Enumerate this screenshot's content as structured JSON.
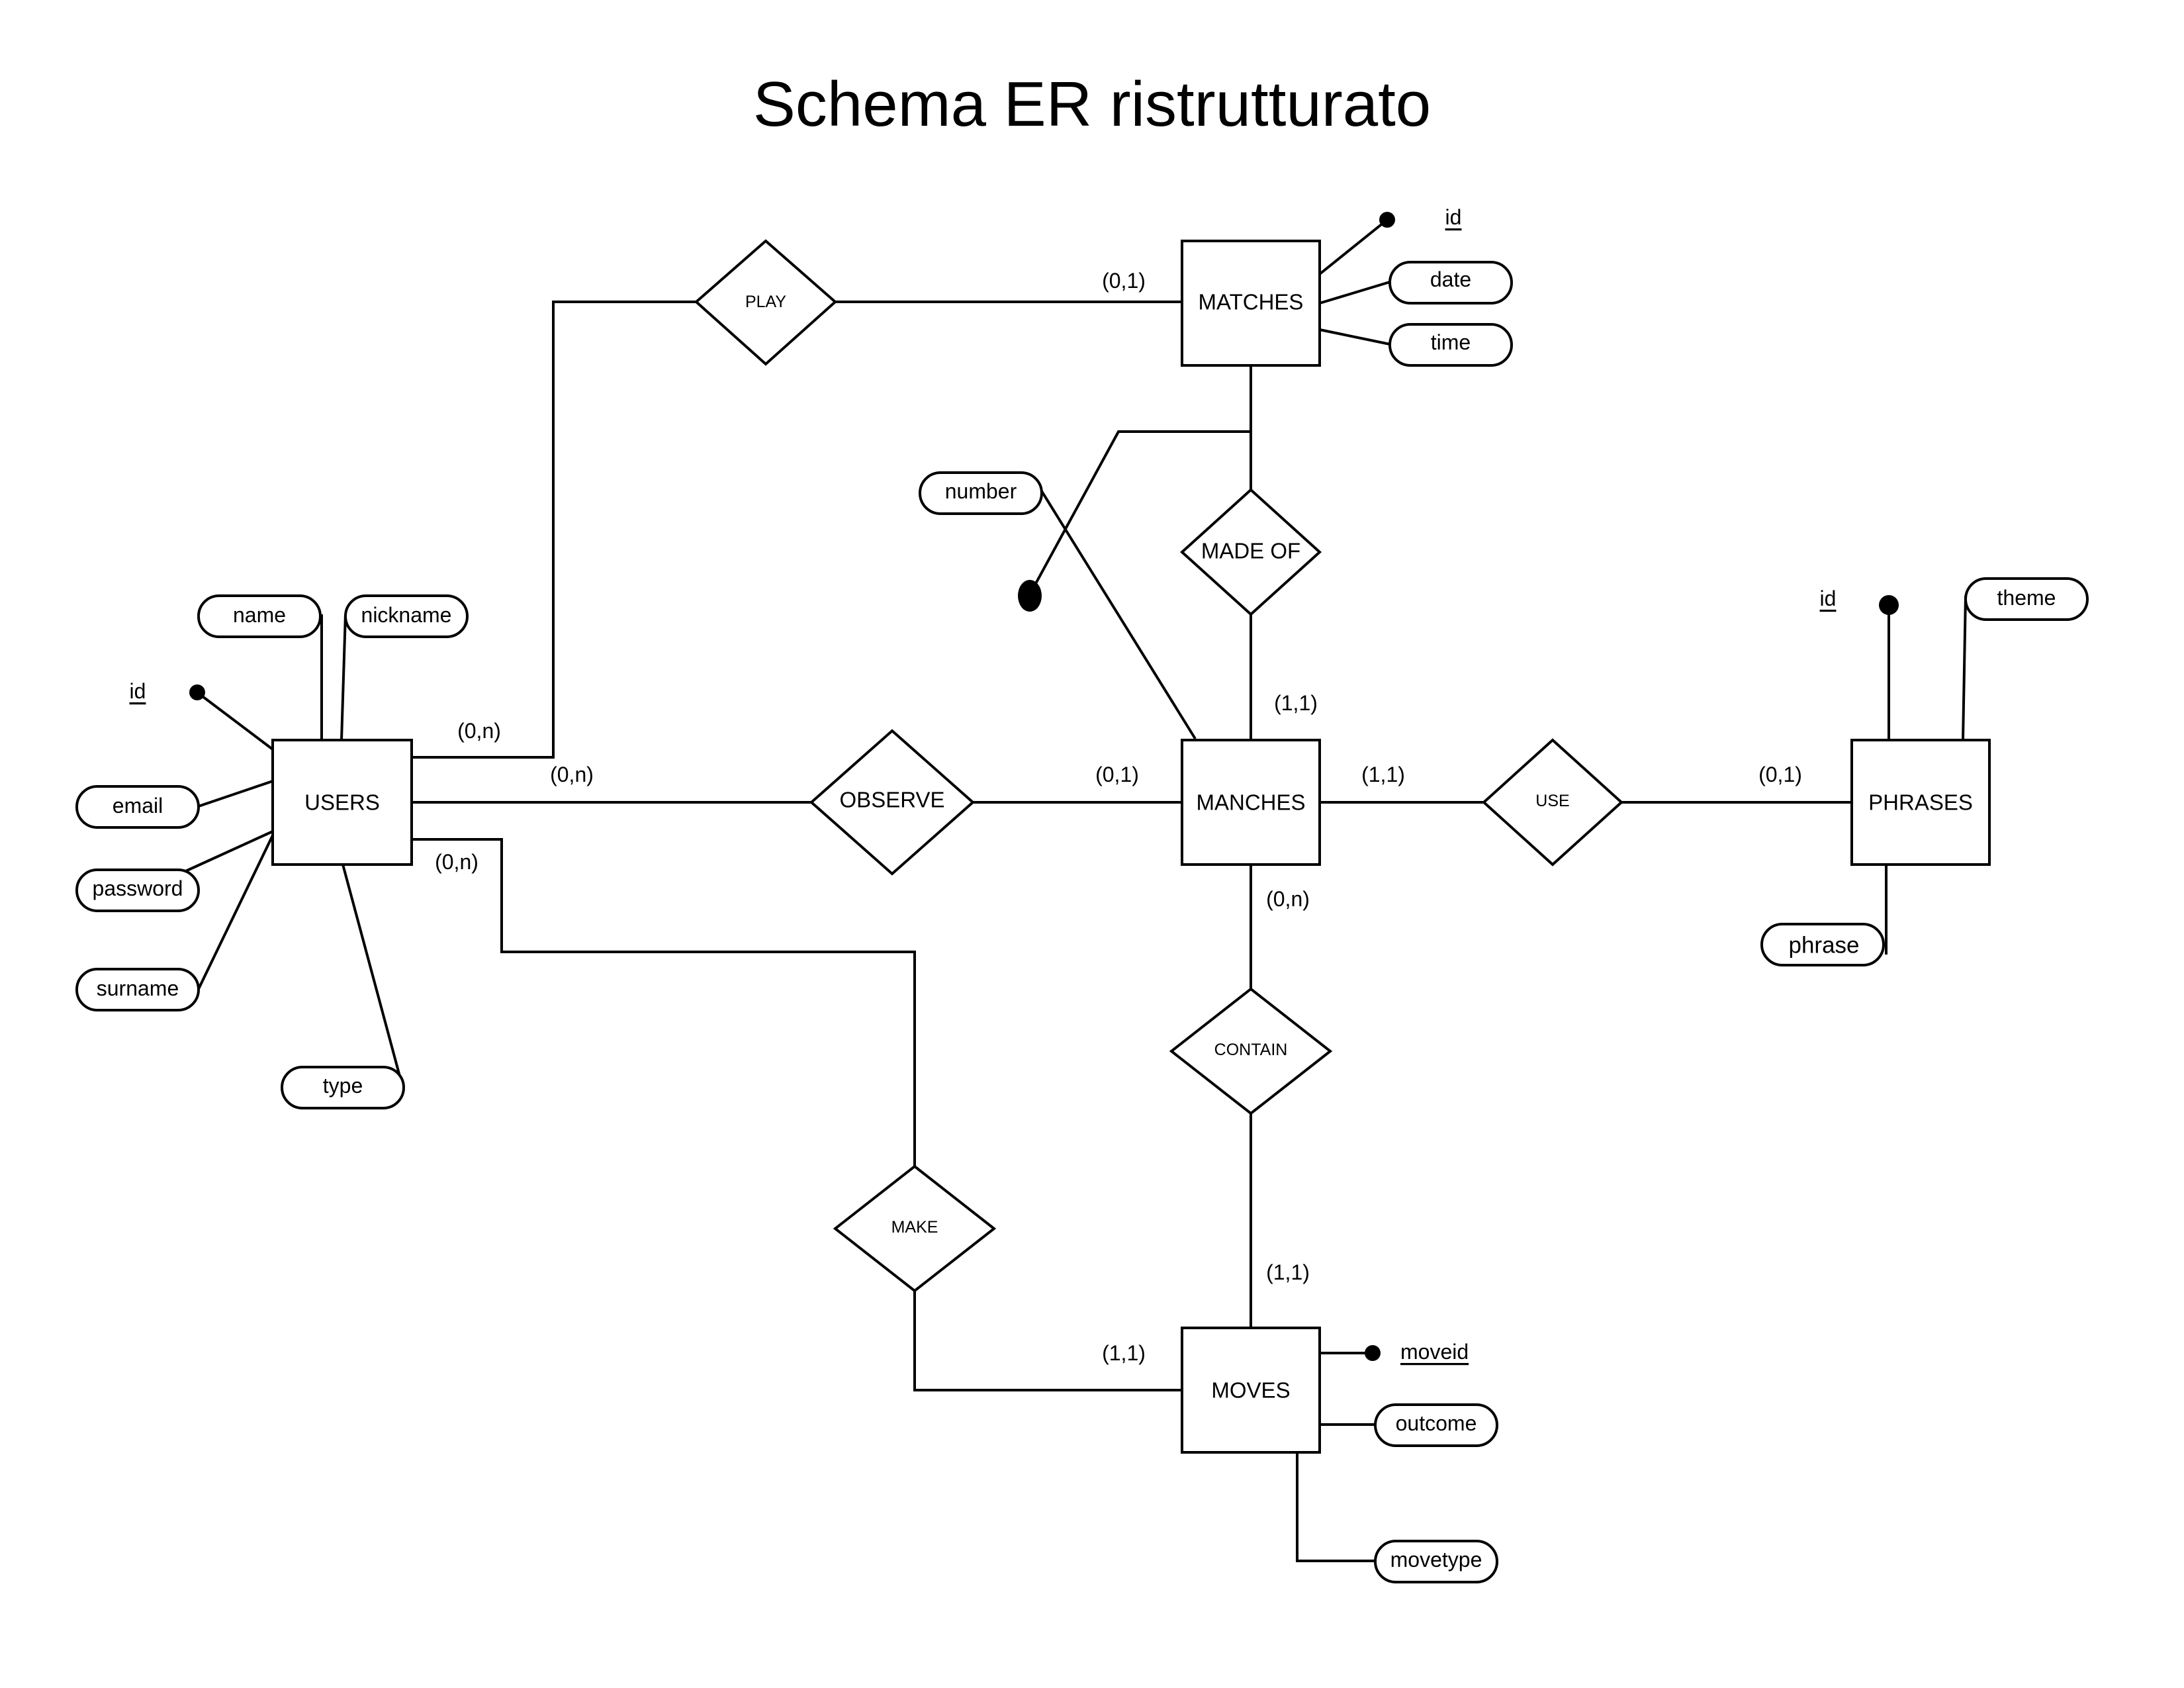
{
  "title": "Schema ER ristrutturato",
  "entities": {
    "users": "USERS",
    "matches": "MATCHES",
    "manches": "MANCHES",
    "phrases": "PHRASES",
    "moves": "MOVES"
  },
  "relationships": {
    "play": "PLAY",
    "made_of": "MADE OF",
    "observe": "OBSERVE",
    "use": "USE",
    "contain": "CONTAIN",
    "make": "MAKE"
  },
  "attributes": {
    "users_id": "id",
    "users_name": "name",
    "users_nickname": "nickname",
    "users_email": "email",
    "users_password": "password",
    "users_surname": "surname",
    "users_type": "type",
    "matches_id": "id",
    "matches_date": "date",
    "matches_time": "time",
    "manches_number": "number",
    "phrases_id": "id",
    "phrases_theme": "theme",
    "phrases_phrase": "phrase",
    "moves_moveid": "moveid",
    "moves_outcome": "outcome",
    "moves_movetype": "movetype"
  },
  "cardinalities": {
    "users_play": "(0,n)",
    "matches_play": "(0,1)",
    "users_observe": "(0,n)",
    "manches_observe": "(0,1)",
    "users_make": "(0,n)",
    "manches_made_of": "(1,1)",
    "manches_use": "(1,1)",
    "phrases_use": "(0,1)",
    "manches_contain": "(0,n)",
    "moves_contain": "(1,1)",
    "moves_make": "(1,1)"
  }
}
